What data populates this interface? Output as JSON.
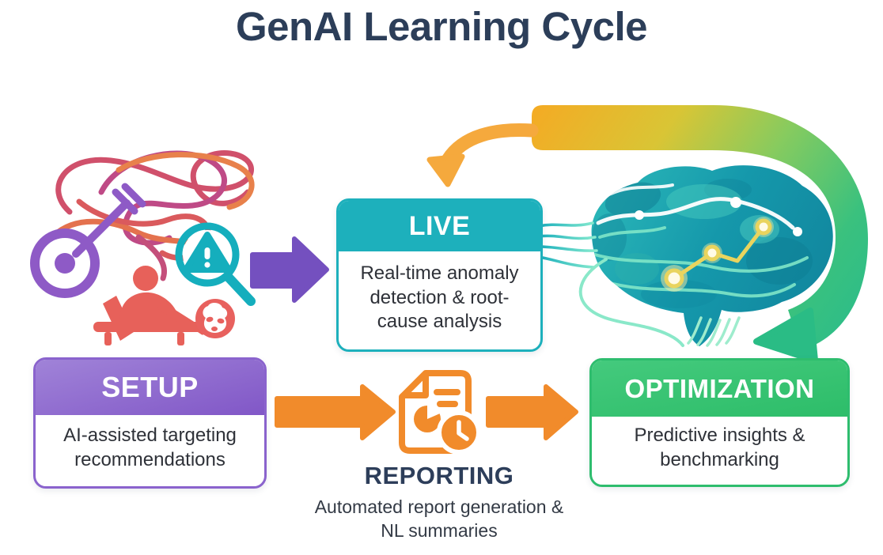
{
  "title": "GenAI Learning Cycle",
  "stages": {
    "setup": {
      "label": "SETUP",
      "description": "AI-assisted targeting recommendations",
      "accent_color": "#8a63cd"
    },
    "live": {
      "label": "LIVE",
      "description": "Real-time anomaly detection & root-cause analysis",
      "accent_color": "#1db0bc"
    },
    "reporting": {
      "label": "REPORTING",
      "description": "Automated report generation & NL summaries",
      "accent_color": "#f18b2b"
    },
    "optimization": {
      "label": "OPTIMIZATION",
      "description": "Predictive insights & benchmarking",
      "accent_color": "#2ebd6e"
    }
  },
  "colors": {
    "title_text": "#2c3e59",
    "body_text": "#2e3138",
    "flow_arrow_purple": "#7450bf",
    "flow_arrow_orange": "#f18b2b",
    "cycle_arrow_yellow": "#f4ab24",
    "cycle_arrow_green": "#2abc8b",
    "brain_teal": "#1598ab",
    "brain_highlight_yellow": "#e9d45e",
    "tangle_pink": "#bf4a86",
    "tangle_orange": "#e8814b",
    "person_coral": "#e7615a",
    "magnifier_teal": "#15aebd",
    "target_purple": "#8e5ac6"
  },
  "icons": {
    "tangled-threads-icon": "scribbled-chaos-lines",
    "target-dart-icon": "bullseye-with-dart",
    "person-at-desk-icon": "person-writing-at-desk",
    "magnifier-warning-icon": "magnifying-glass-with-warning-triangle",
    "confused-face-icon": "circle-with-ghost-face",
    "report-document-icon": "document-with-pie-chart-and-clock",
    "brain-circuit-icon": "ai-brain-with-circuit-lines-and-trend-line",
    "arrow-setup-to-live-icon": "right-block-arrow",
    "arrow-to-reporting-icon": "right-block-arrow",
    "arrow-to-optimization-icon": "right-block-arrow",
    "cycle-return-arrow-icon": "yellow-to-green-curved-loop-arrow",
    "feedback-down-arrow-icon": "hooked-down-arrow"
  }
}
